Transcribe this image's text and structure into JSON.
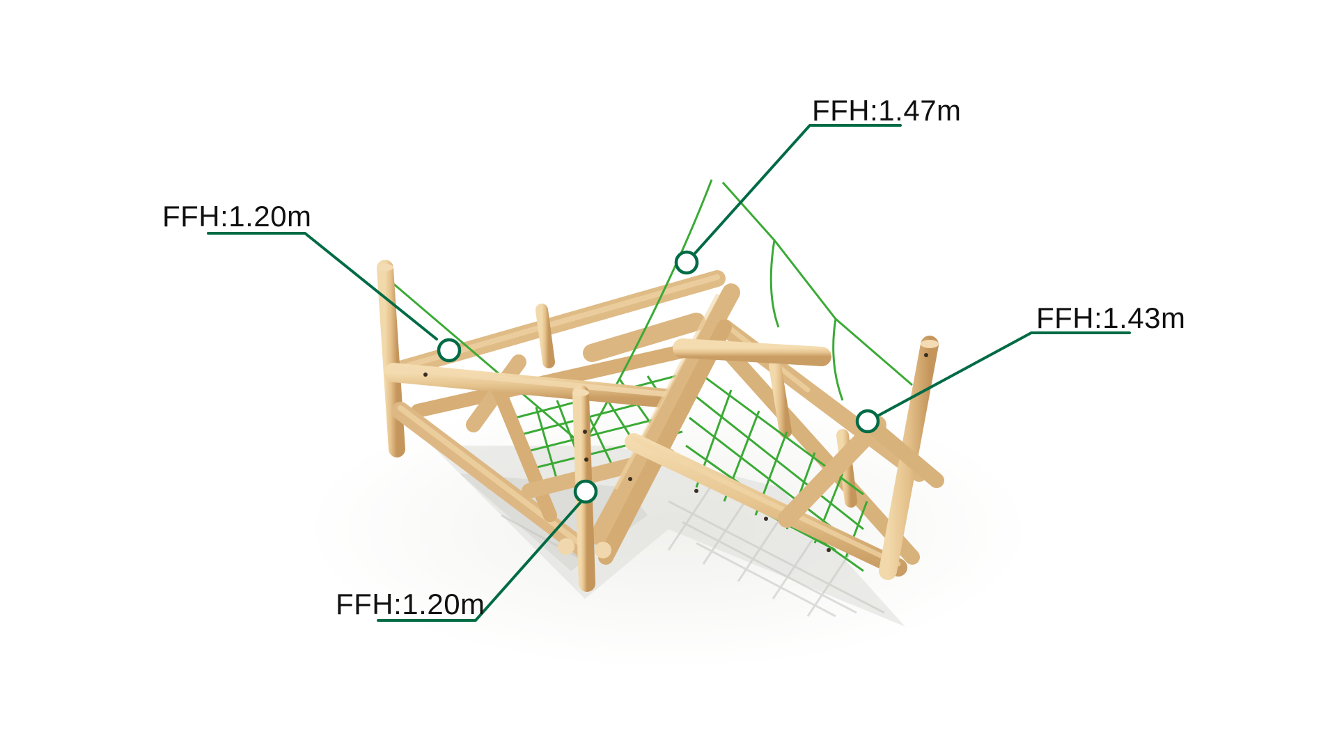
{
  "diagram": {
    "subject": "Wooden log climbing frame with rope net",
    "colors": {
      "background": "#ffffff",
      "callout_line": "#006b45",
      "label_text": "#111111",
      "wood": "#e8c898",
      "wood_shade": "#c9a06a",
      "wood_end": "#f3dcb4",
      "rope": "#3aaa35",
      "shadow": "#d6d6d2"
    },
    "callouts": [
      {
        "id": "top-left",
        "label": "FFH:1.20m"
      },
      {
        "id": "top-right",
        "label": "FFH:1.47m"
      },
      {
        "id": "right",
        "label": "FFH:1.43m"
      },
      {
        "id": "bottom-left",
        "label": "FFH:1.20m"
      }
    ]
  }
}
